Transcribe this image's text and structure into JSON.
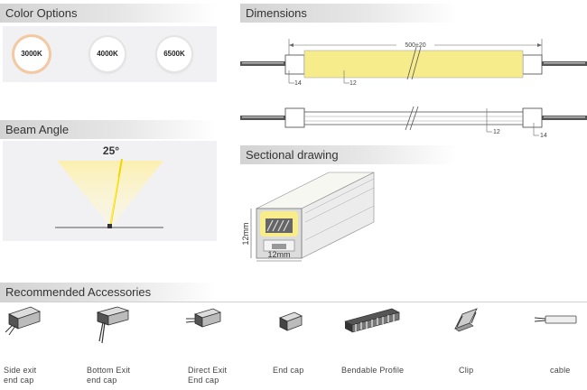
{
  "sections": {
    "color_options": "Color Options",
    "dimensions": "Dimensions",
    "beam_angle": "Beam Angle",
    "sectional_drawing": "Sectional drawing",
    "recommended_accessories": "Recommended Accessories"
  },
  "color_options": [
    {
      "label": "3000K"
    },
    {
      "label": "4000K"
    },
    {
      "label": "6500K"
    }
  ],
  "dimensions": {
    "length": "500±20",
    "width_top": "14",
    "height_top": "12",
    "height_side": "12",
    "width_side": "14"
  },
  "beam_angle": {
    "angle": "25°"
  },
  "sectional": {
    "height": "12mm",
    "width": "12mm"
  },
  "accessories": [
    {
      "line1": "Side exit",
      "line2": "end cap",
      "icon": "side-exit-end-cap-icon"
    },
    {
      "line1": "Bottom Exit",
      "line2": "end cap",
      "icon": "bottom-exit-end-cap-icon"
    },
    {
      "line1": "Direct Exit",
      "line2": "End cap",
      "icon": "direct-exit-end-cap-icon"
    },
    {
      "line1": "End cap",
      "line2": "",
      "icon": "end-cap-icon"
    },
    {
      "line1": "Bendable Profile",
      "line2": "",
      "icon": "bendable-profile-icon"
    },
    {
      "line1": "Clip",
      "line2": "",
      "icon": "clip-icon"
    },
    {
      "line1": "cable",
      "line2": "",
      "icon": "cable-icon"
    }
  ],
  "colors": {
    "led_yellow": "#f7ec8c",
    "header_gray": "#d3d3d3",
    "panel_bg": "#f1f1f3",
    "warm_ring": "#f2c9a0"
  }
}
